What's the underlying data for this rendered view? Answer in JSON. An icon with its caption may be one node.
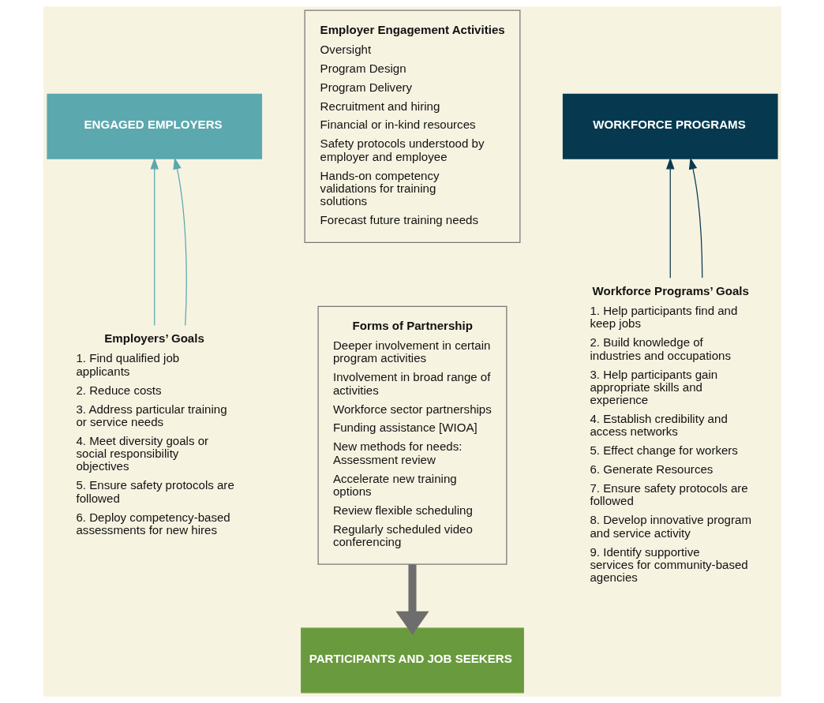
{
  "diagram": {
    "nodes": [
      {
        "text": [
          "ENGAGED EMPLOYERS"
        ]
      },
      {
        "text": [
          "Employer Engagement Activities",
          "Oversight",
          "Program Design",
          "Program Delivery",
          "Recruitment and hiring",
          "Financial or in-kind resources",
          "Safety protocols understood by employer and employee",
          "Hands-on competency validations for training solutions",
          "Forecast future training needs"
        ]
      },
      {
        "text": [
          "WORKFORCE PROGRAMS"
        ]
      },
      {
        "text": [
          "Employers’ Goals",
          "1. Find qualified job applicants",
          "2. Reduce costs",
          "3. Address particular training or service needs",
          "4. Meet diversity goals or social responsibility objectives",
          "5. Ensure safety protocols are followed",
          "6. Deploy competency-based assessments for new hires"
        ]
      },
      {
        "text": [
          "Forms of Partnership",
          "Deeper involvement in certain program activities",
          "Involvement in broad range of activities",
          "Workforce sector partnerships",
          "Funding assistance [WIOA]",
          "New methods for needs: Assessment review",
          "Accelerate new training options",
          "Review flexible scheduling",
          "Regularly scheduled video conferencing"
        ]
      },
      {
        "text": [
          "Workforce Programs’ Goals",
          "1. Help participants find and keep jobs",
          "2. Build knowledge of industries and occupations",
          "3. Help participants gain appropriate skills and experience",
          "4. Establish credibility and access networks",
          "5. Effect change for workers",
          "6. Generate Resources",
          "7. Ensure safety protocols are followed",
          "8. Develop innovative program and service activity",
          "9. Identify supportive services for community-based agencies"
        ]
      },
      {
        "text": [
          "PARTICIPANTS AND JOB SEEKERS"
        ]
      }
    ],
    "edges": [
      {
        "from": 3,
        "to": 0,
        "arrow": "to",
        "color": "#5ba8ae"
      },
      {
        "from": 3,
        "to": 0,
        "arrow": "to",
        "color": "#5ba8ae"
      },
      {
        "from": 5,
        "to": 2,
        "arrow": "to",
        "color": "#0b3a52"
      },
      {
        "from": 5,
        "to": 2,
        "arrow": "to",
        "color": "#0b3a52"
      },
      {
        "from": 4,
        "to": 6,
        "arrow": "to",
        "style": "thick",
        "color": "#6d6d6d"
      }
    ]
  }
}
